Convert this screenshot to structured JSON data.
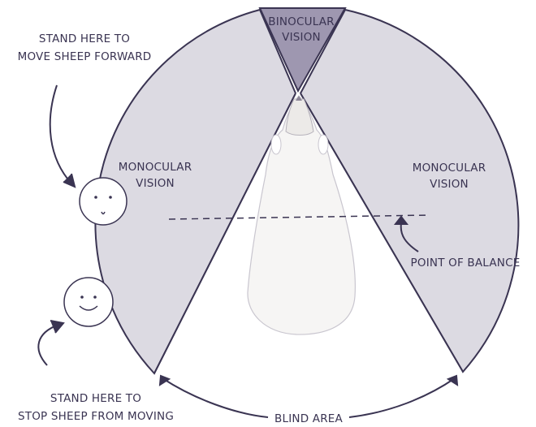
{
  "labels": {
    "binocular": [
      "BINOCULAR",
      "VISION"
    ],
    "monocular_left": [
      "MONOCULAR",
      "VISION"
    ],
    "monocular_right": [
      "MONOCULAR",
      "VISION"
    ],
    "move_forward": [
      "STAND HERE TO",
      "MOVE SHEEP FORWARD"
    ],
    "stop_moving": [
      "STAND HERE TO",
      "STOP SHEEP FROM MOVING"
    ],
    "point_of_balance": "POINT OF BALANCE",
    "blind_area": "BLIND AREA"
  },
  "colors": {
    "monocular_fill": "#dcdae2",
    "binocular_fill": "#9e97b0",
    "outline": "#3a3452",
    "sheep_fill": "#f6f5f4",
    "background": "#ffffff"
  },
  "icons": {
    "face_top": "face-neutral-icon",
    "face_bottom": "face-smile-icon",
    "sheep": "sheep-icon"
  }
}
